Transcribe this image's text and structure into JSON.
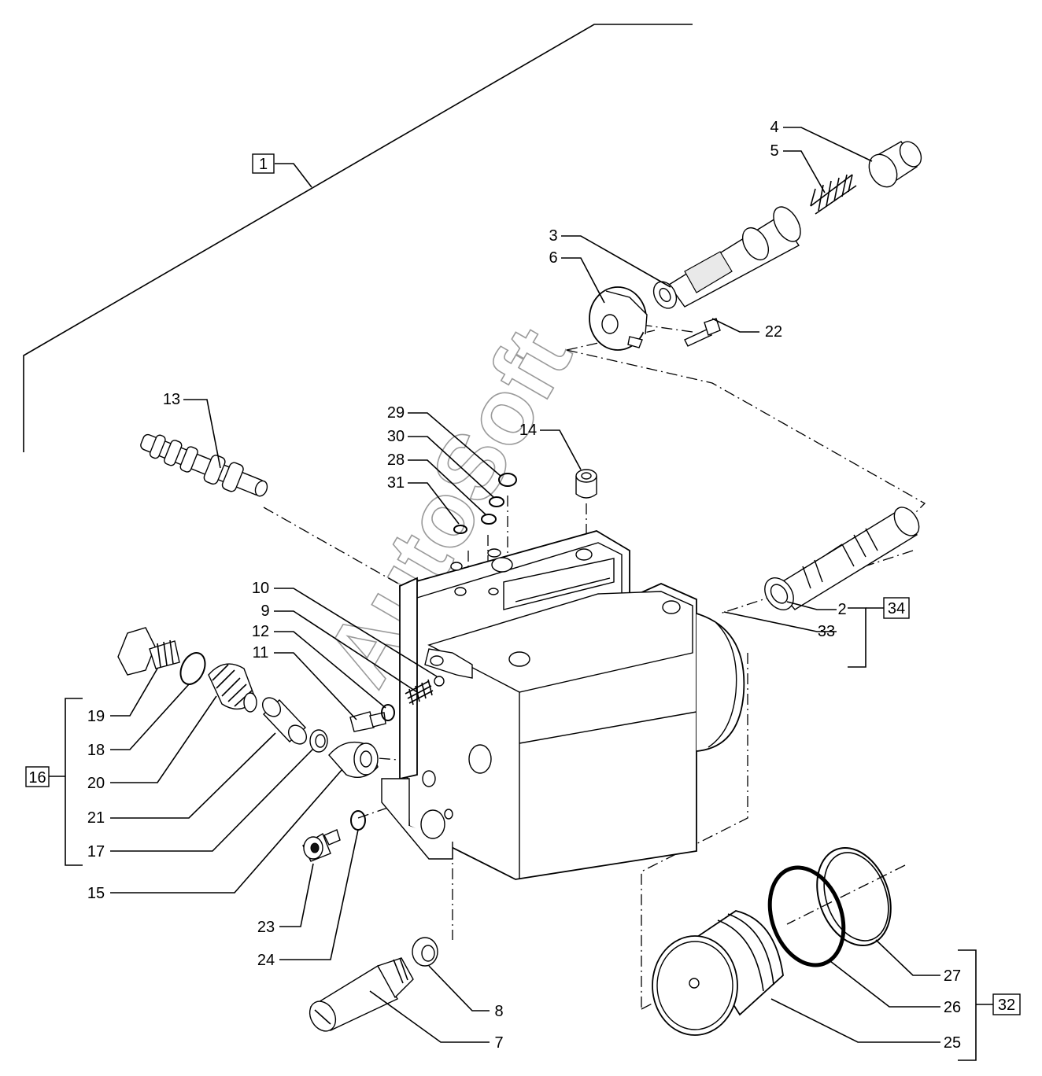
{
  "watermark": "AutoSoft",
  "assemblies": {
    "a1": "1",
    "a16": "16",
    "a32": "32",
    "a34": "34"
  },
  "callouts": {
    "c2": "2",
    "c3": "3",
    "c4": "4",
    "c5": "5",
    "c6": "6",
    "c7": "7",
    "c8": "8",
    "c9": "9",
    "c10": "10",
    "c11": "11",
    "c12": "12",
    "c13": "13",
    "c14": "14",
    "c15": "15",
    "c17": "17",
    "c18": "18",
    "c19": "19",
    "c20": "20",
    "c21": "21",
    "c22": "22",
    "c23": "23",
    "c24": "24",
    "c25": "25",
    "c26": "26",
    "c27": "27",
    "c28": "28",
    "c29": "29",
    "c30": "30",
    "c31": "31",
    "c33": "33"
  }
}
